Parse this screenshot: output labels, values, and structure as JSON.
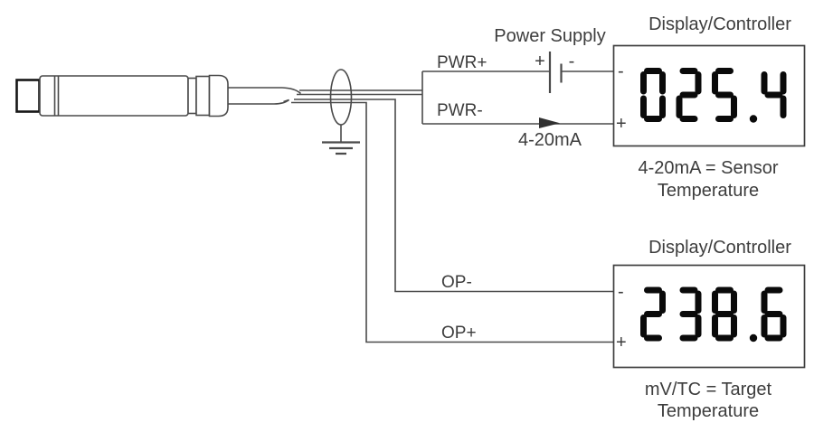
{
  "colors": {
    "line": "#4a4a4a",
    "text": "#3d3d3d",
    "digits": "#0a0a0a",
    "background": "#ffffff"
  },
  "sensor": {
    "name": "infrared-temperature-sensor-probe",
    "shield_symbol": "cable-shield-ellipse",
    "ground_symbol": "earth-ground"
  },
  "power_supply": {
    "label": "Power Supply",
    "battery_plus": "+",
    "battery_minus": "-"
  },
  "wires": {
    "pwr_plus": "PWR+",
    "pwr_minus": "PWR-",
    "current": "4-20mA",
    "op_minus": "OP-",
    "op_plus": "OP+"
  },
  "displays": [
    {
      "title": "Display/Controller",
      "value": "025.4",
      "terminal_minus": "-",
      "terminal_plus": "+",
      "caption": [
        "4-20mA = Sensor",
        "Temperature"
      ]
    },
    {
      "title": "Display/Controller",
      "value": "238.6",
      "terminal_minus": "-",
      "terminal_plus": "+",
      "caption": [
        "mV/TC = Target",
        "Temperature"
      ]
    }
  ]
}
